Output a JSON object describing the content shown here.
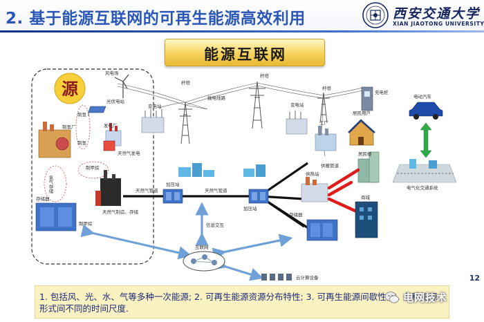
{
  "header": {
    "title": "2. 基于能源互联网的可再生能源高效利用",
    "university_cn": "西安交通大学",
    "university_en": "XIAN JIAOTONG UNIVERSITY"
  },
  "banner": {
    "text": "能源互联网"
  },
  "diagram": {
    "source_label": "源",
    "labels": {
      "wind_farm": "风电场",
      "pv_station": "光伏电站",
      "power_plant": "发电厂",
      "substation": "变电站",
      "tower": "杆塔",
      "transmission_line": "输电线路",
      "charging_pile": "充电桩",
      "electric_vehicle": "电动汽车",
      "residential_user": "居民用户",
      "factory": "工厂",
      "hydrogen_plant": "制氢厂",
      "hydrogen_making": "制氢",
      "methanation": "制甲烷",
      "gas_generation": "天然气发电",
      "gas_storage": "氢气存储",
      "storage": "存储器",
      "gas_pipeline": "天然气管道",
      "pressure_station": "加压站",
      "gas_production": "天然气制造、存储",
      "heating_pipeline": "供暖管道",
      "heating_station": "供热站",
      "residential_building": "居民楼",
      "ev_traffic": "电气化交通系统",
      "mall": "商城",
      "info_exchange": "信息交互",
      "internet": "互联网",
      "cloud": "云计算设备"
    }
  },
  "caption": {
    "text": "1. 包括风、光、水、气等多种一次能源; 2. 可再生能源资源分布特性; 3. 可再生能源间歇性; 4. 多种能源形式间不同的时间尺度."
  },
  "watermark": {
    "text": "电网技术"
  },
  "page_number": "12",
  "colors": {
    "title": "#2a56b8",
    "banner": "#f6d35c",
    "caption_bg": "#fbf2c2",
    "caption_text": "#1c2a7a",
    "arrow": "#6fa0d8",
    "heat_line": "#e01b1b",
    "gas_line": "#111111"
  }
}
